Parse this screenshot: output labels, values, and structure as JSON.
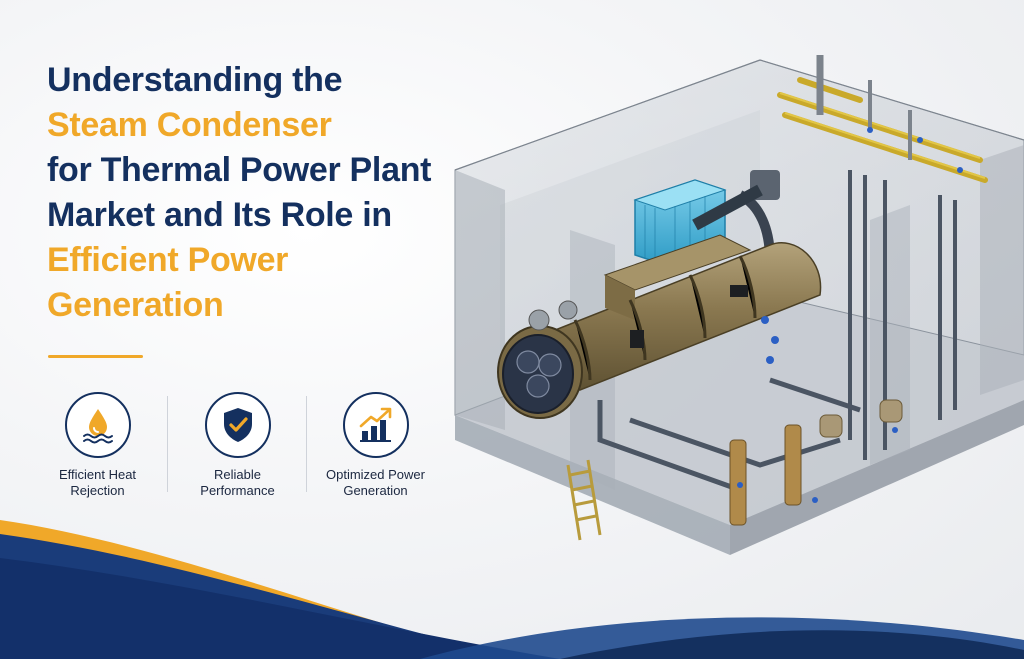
{
  "headline": {
    "line1": "Understanding the",
    "line2": "Steam Condenser",
    "line3": "for Thermal Power Plant",
    "line4": "Market and Its Role in",
    "line5": "Efficient Power",
    "line6": "Generation"
  },
  "colors": {
    "navy": "#14305f",
    "gold": "#f0a829",
    "light_blue": "#4ab3da"
  },
  "features": [
    {
      "icon": "water-drop-icon",
      "label_line1": "Efficient Heat",
      "label_line2": "Rejection"
    },
    {
      "icon": "shield-check-icon",
      "label_line1": "Reliable",
      "label_line2": "Performance"
    },
    {
      "icon": "growth-chart-icon",
      "label_line1": "Optimized Power",
      "label_line2": "Generation"
    }
  ]
}
